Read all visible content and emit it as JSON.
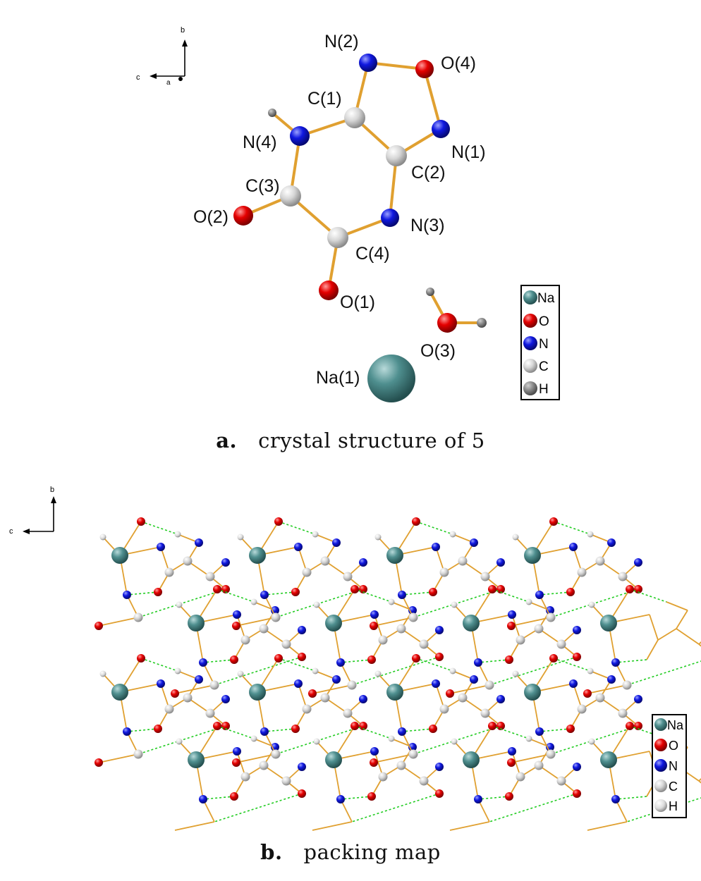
{
  "panel_a": {
    "caption_label": "a.",
    "caption_text": "crystal structure of 5",
    "axes": {
      "b": "b",
      "c": "c",
      "a": "a"
    },
    "atoms": [
      {
        "label": "N(2)",
        "element": "N"
      },
      {
        "label": "O(4)",
        "element": "O"
      },
      {
        "label": "C(1)",
        "element": "C"
      },
      {
        "label": "N(1)",
        "element": "N"
      },
      {
        "label": "C(2)",
        "element": "C"
      },
      {
        "label": "N(4)",
        "element": "N"
      },
      {
        "label": "C(3)",
        "element": "C"
      },
      {
        "label": "N(3)",
        "element": "N"
      },
      {
        "label": "O(2)",
        "element": "O"
      },
      {
        "label": "C(4)",
        "element": "C"
      },
      {
        "label": "O(1)",
        "element": "O"
      },
      {
        "label": "O(3)",
        "element": "O"
      },
      {
        "label": "Na(1)",
        "element": "Na"
      }
    ],
    "legend": [
      "Na",
      "O",
      "N",
      "C",
      "H"
    ]
  },
  "panel_b": {
    "caption_label": "b.",
    "caption_text": "packing map",
    "axes": {
      "b": "b",
      "c": "c"
    },
    "legend": [
      "Na",
      "O",
      "N",
      "C",
      "H"
    ]
  },
  "colors": {
    "Na": "#3f7f7f",
    "O": "#e00000",
    "N": "#0a10d8",
    "C": "#d8d8d8",
    "H": "#808080",
    "bond": "#e0a030",
    "hbond": "#22cc22"
  }
}
